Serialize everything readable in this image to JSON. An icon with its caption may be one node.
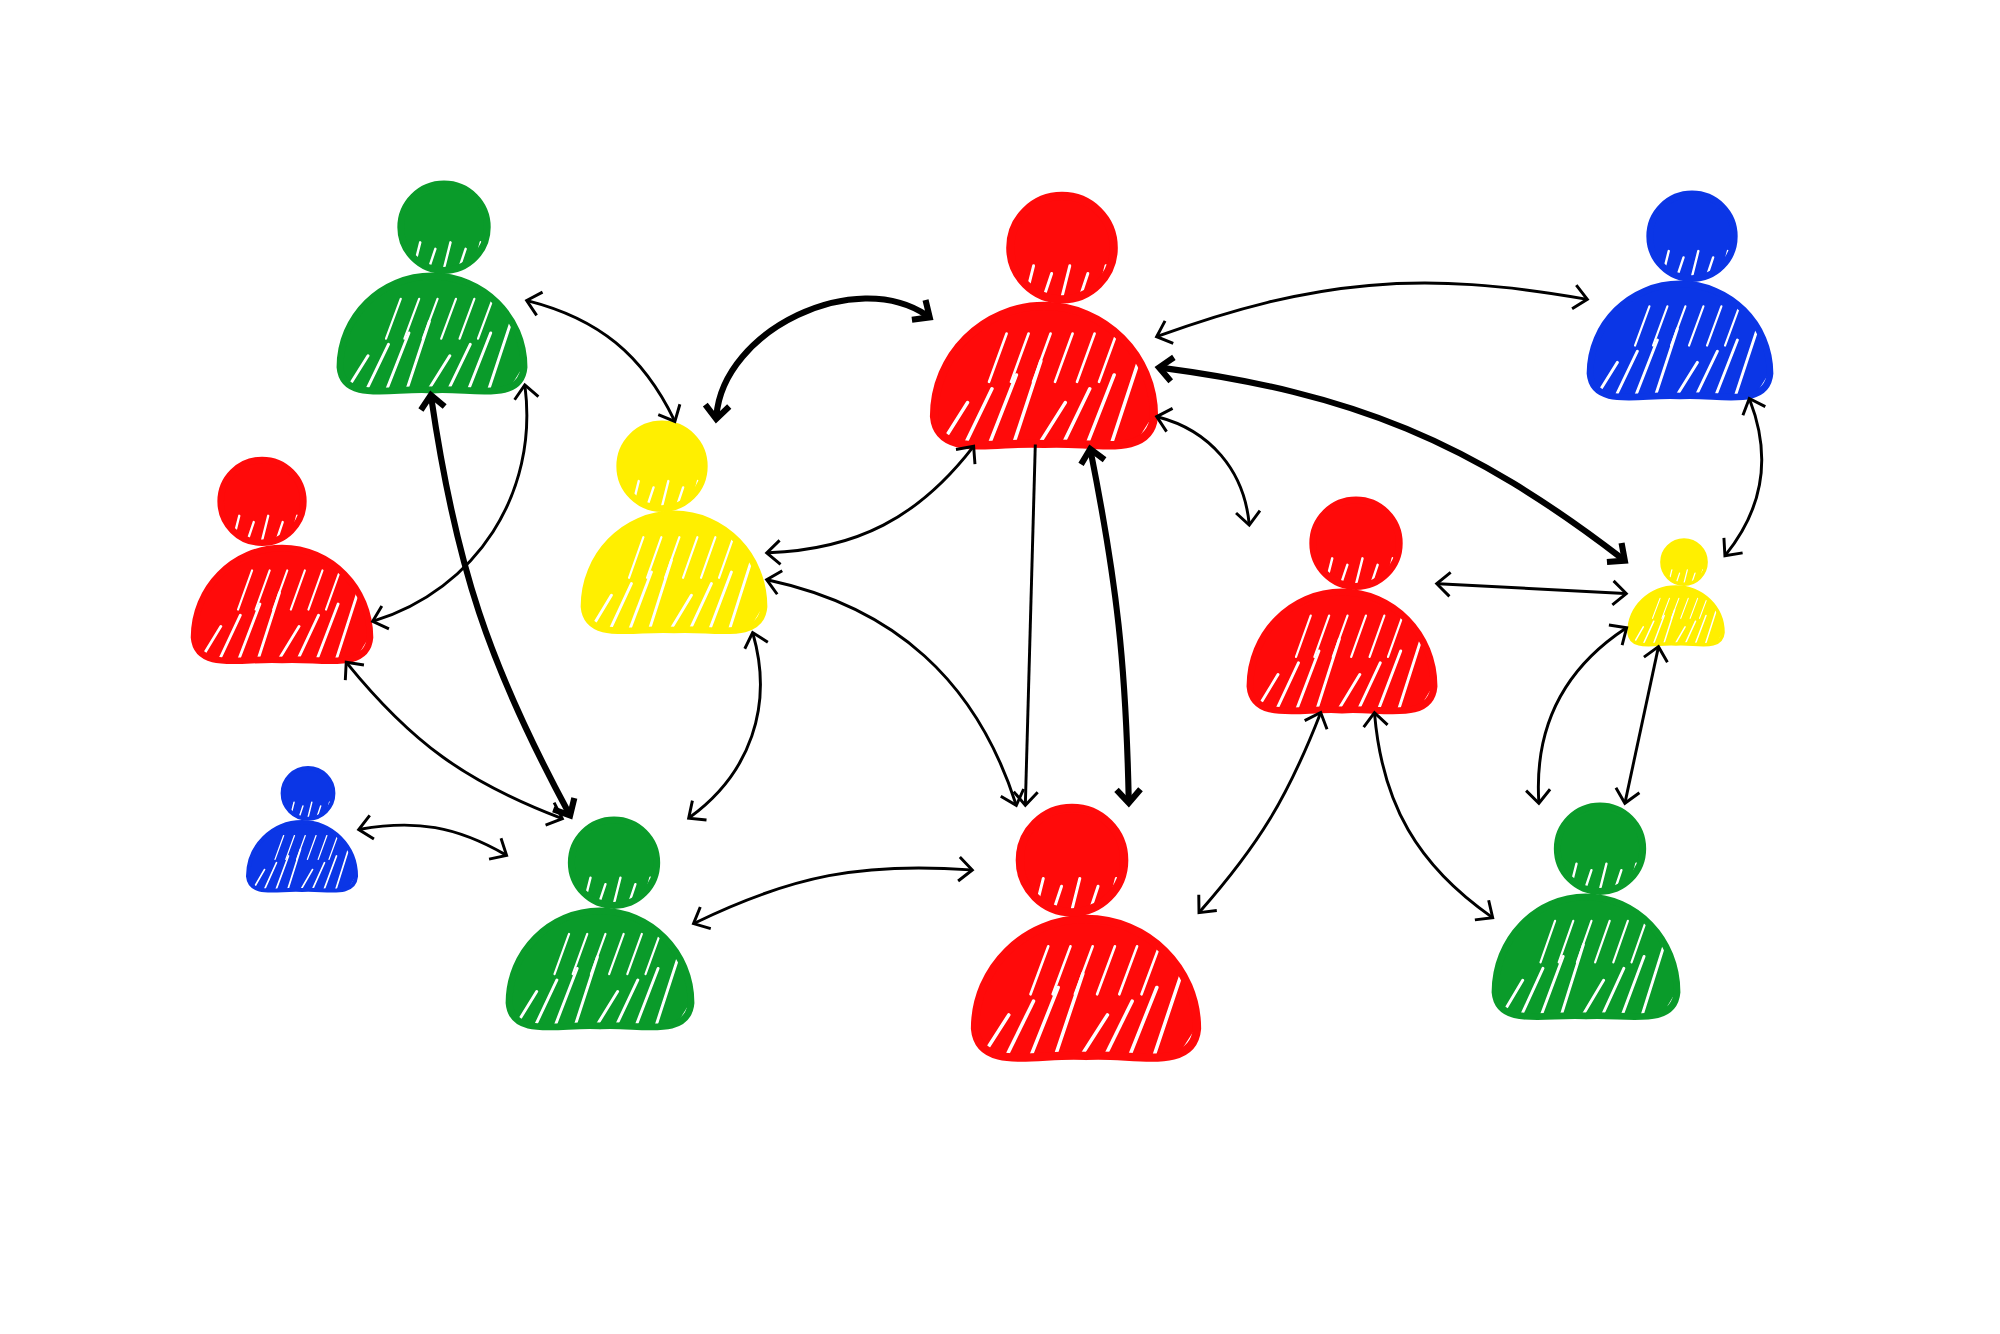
{
  "diagram": {
    "nodes": [
      {
        "text": [],
        "shape": "person"
      },
      {
        "text": [],
        "shape": "person"
      },
      {
        "text": [],
        "shape": "person"
      },
      {
        "text": [],
        "shape": "person"
      },
      {
        "text": [],
        "shape": "person"
      },
      {
        "text": [],
        "shape": "person"
      },
      {
        "text": [],
        "shape": "person"
      },
      {
        "text": [],
        "shape": "person"
      },
      {
        "text": [],
        "shape": "person"
      },
      {
        "text": [],
        "shape": "person"
      },
      {
        "text": [],
        "shape": "person"
      }
    ],
    "edges": [
      {
        "from": 0,
        "to": 4,
        "arrow": "both"
      },
      {
        "from": 4,
        "to": 1,
        "arrow": "both",
        "style": "thick"
      },
      {
        "from": 0,
        "to": 3,
        "arrow": "both"
      },
      {
        "from": 0,
        "to": 8,
        "arrow": "both",
        "style": "thick"
      },
      {
        "from": 3,
        "to": 8,
        "arrow": "both"
      },
      {
        "from": 7,
        "to": 8,
        "arrow": "both"
      },
      {
        "from": 4,
        "to": 8,
        "arrow": "both"
      },
      {
        "from": 4,
        "to": 9,
        "arrow": "both"
      },
      {
        "from": 4,
        "to": 1,
        "arrow": "both"
      },
      {
        "from": 1,
        "to": 9,
        "arrow": "to"
      },
      {
        "from": 1,
        "to": 9,
        "arrow": "both",
        "style": "thick"
      },
      {
        "from": 8,
        "to": 9,
        "arrow": "both"
      },
      {
        "from": 1,
        "to": 2,
        "arrow": "both"
      },
      {
        "from": 1,
        "to": 6,
        "arrow": "both",
        "style": "thick"
      },
      {
        "from": 1,
        "to": 5,
        "arrow": "both"
      },
      {
        "from": 5,
        "to": 6,
        "arrow": "both"
      },
      {
        "from": 2,
        "to": 6,
        "arrow": "both"
      },
      {
        "from": 9,
        "to": 5,
        "arrow": "both"
      },
      {
        "from": 5,
        "to": 10,
        "arrow": "both"
      },
      {
        "from": 6,
        "to": 10,
        "arrow": "both"
      },
      {
        "from": 6,
        "to": 10,
        "arrow": "both"
      }
    ]
  }
}
